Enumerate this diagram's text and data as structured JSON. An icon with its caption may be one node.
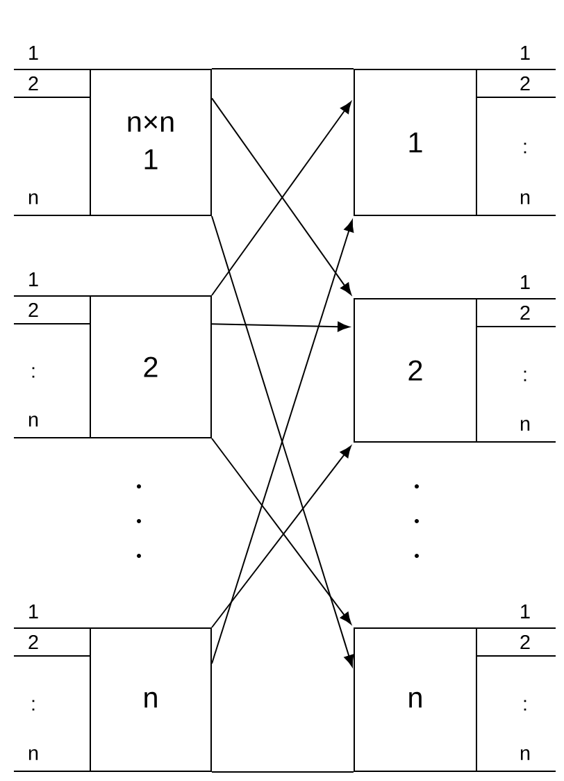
{
  "diagram": {
    "nodes": [
      {
        "text": [
          "n×n",
          "1"
        ],
        "beside": [
          "1",
          "2",
          "n"
        ]
      },
      {
        "text": [
          "2"
        ],
        "beside": [
          "1",
          "2",
          ":",
          "n"
        ]
      },
      {
        "text": [
          "n"
        ],
        "beside": [
          "1",
          "2",
          ":",
          "n"
        ]
      },
      {
        "text": [
          "1"
        ],
        "beside": [
          "1",
          "2",
          ":",
          "n"
        ]
      },
      {
        "text": [
          "2"
        ],
        "beside": [
          "1",
          "2",
          ":",
          "n"
        ]
      },
      {
        "text": [
          "n"
        ],
        "beside": [
          "1",
          "2",
          ":",
          "n"
        ]
      }
    ],
    "edges": [
      {
        "from": 0,
        "to": 3,
        "arrow": "none"
      },
      {
        "from": 0,
        "to": 4,
        "arrow": "to"
      },
      {
        "from": 1,
        "to": 3,
        "arrow": "to"
      },
      {
        "from": 1,
        "to": 4,
        "arrow": "to"
      },
      {
        "from": 0,
        "to": 5,
        "arrow": "to"
      },
      {
        "from": 2,
        "to": 3,
        "arrow": "to"
      },
      {
        "from": 1,
        "to": 5,
        "arrow": "to"
      },
      {
        "from": 2,
        "to": 4,
        "arrow": "to"
      },
      {
        "from": 2,
        "to": 5,
        "arrow": "none"
      }
    ]
  }
}
